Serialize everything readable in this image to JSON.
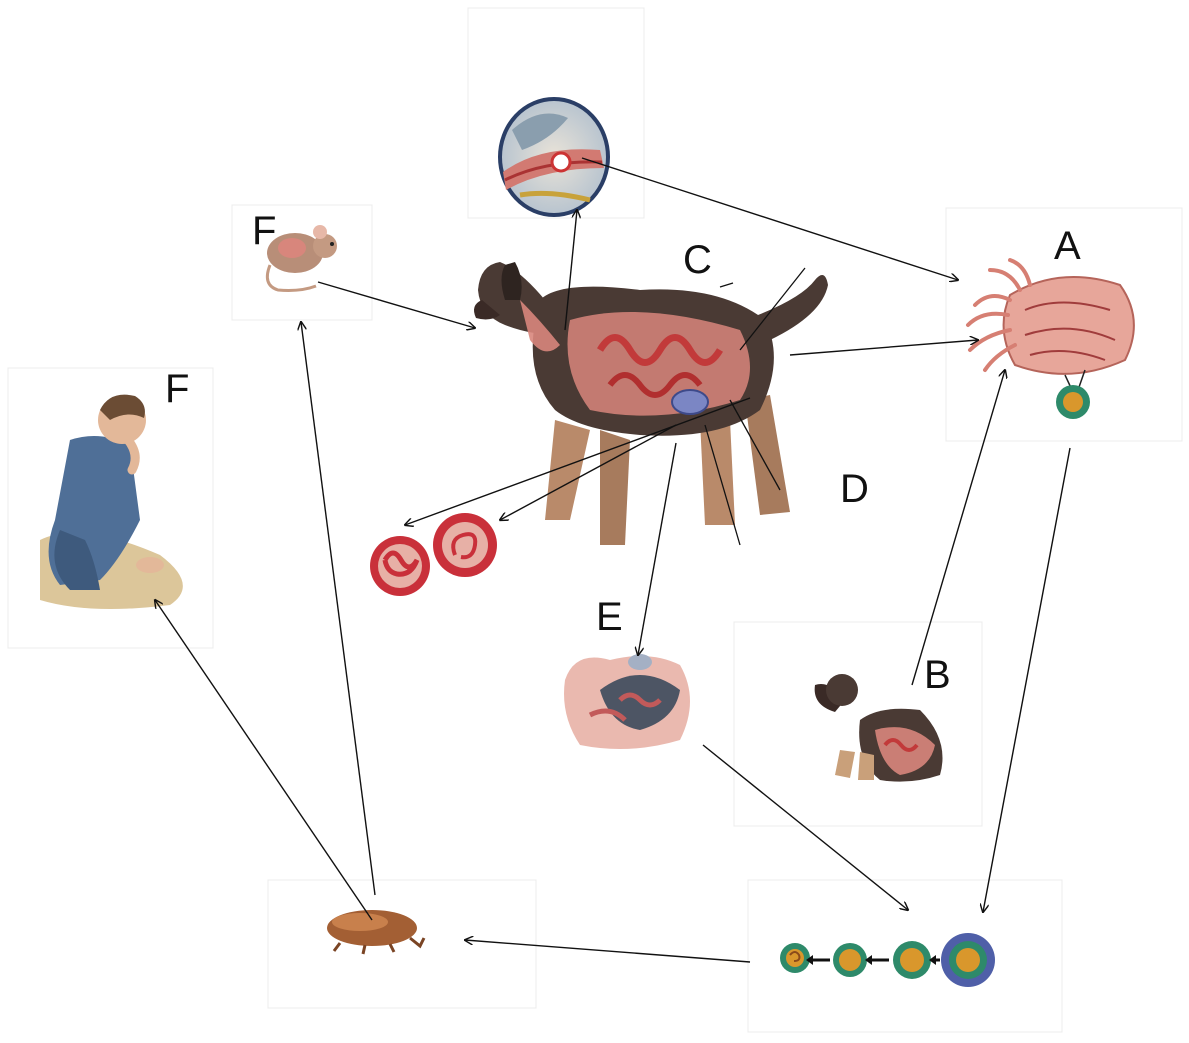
{
  "labels": {
    "a": "A",
    "b": "B",
    "c": "C",
    "d": "D",
    "e": "E",
    "f_mouse": "F",
    "f_child": "F"
  },
  "illustrations": {
    "adult_dog": "dog-icon",
    "trachea_inset": "trachea-icon",
    "adult_worm": "roundworm-icon",
    "mouse": "mouse-icon",
    "child": "child-icon",
    "puppy": "puppy-icon",
    "fetal_pups": "fetal-pups-icon",
    "larval_cysts": "larva-cyst-icon",
    "egg_stages": "egg-stages-icon",
    "beetle": "beetle-icon"
  },
  "colors": {
    "dog_body": "#4a3a34",
    "tissue": "#d8867c",
    "gut": "#c23a3a",
    "egg_green": "#2e8a6a",
    "egg_yolk": "#d9972c",
    "egg_shell": "#4f5fa8",
    "child_blue": "#4f6f97",
    "sand": "#dcc69a",
    "arrow": "#111111"
  }
}
